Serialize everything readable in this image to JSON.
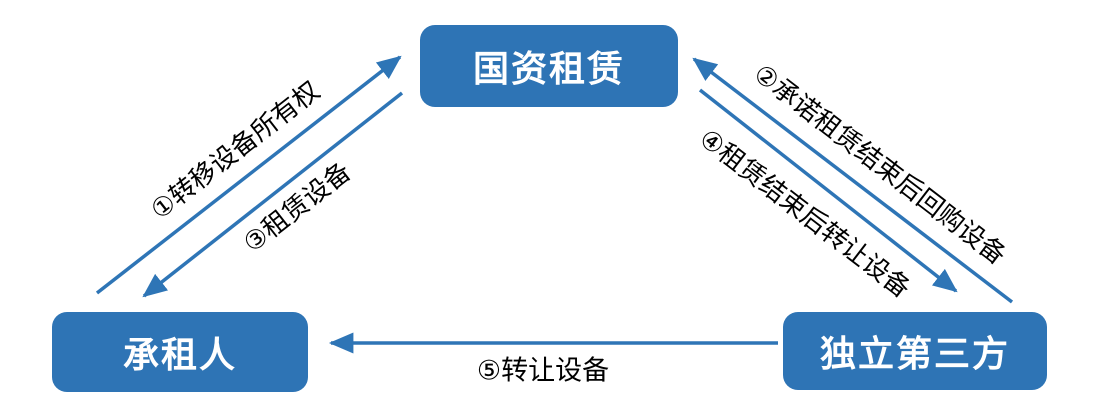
{
  "diagram": {
    "title_hint": "sale-leaseback flow diagram",
    "colors": {
      "node_fill": "#2E74B5",
      "node_text": "#FFFFFF",
      "arrow": "#2E75B6",
      "label_text": "#000000",
      "background": "#FFFFFF"
    },
    "nodes": {
      "lessor": {
        "label": "国资租赁"
      },
      "lessee": {
        "label": "承租人"
      },
      "third_party": {
        "label": "独立第三方"
      }
    },
    "edges": {
      "transfer_ownership": {
        "label": "①转移设备所有权",
        "from": "lessee",
        "to": "lessor"
      },
      "repurchase_commitment": {
        "label": "②承诺租赁结束后回购设备",
        "from": "third_party",
        "to": "lessor"
      },
      "lease_equipment": {
        "label": "③租赁设备",
        "from": "lessor",
        "to": "lessee"
      },
      "transfer_after_lease": {
        "label": "④租赁结束后转让设备",
        "from": "lessor",
        "to": "third_party"
      },
      "transfer_equipment": {
        "label": "⑤转让设备",
        "from": "third_party",
        "to": "lessee"
      }
    }
  }
}
